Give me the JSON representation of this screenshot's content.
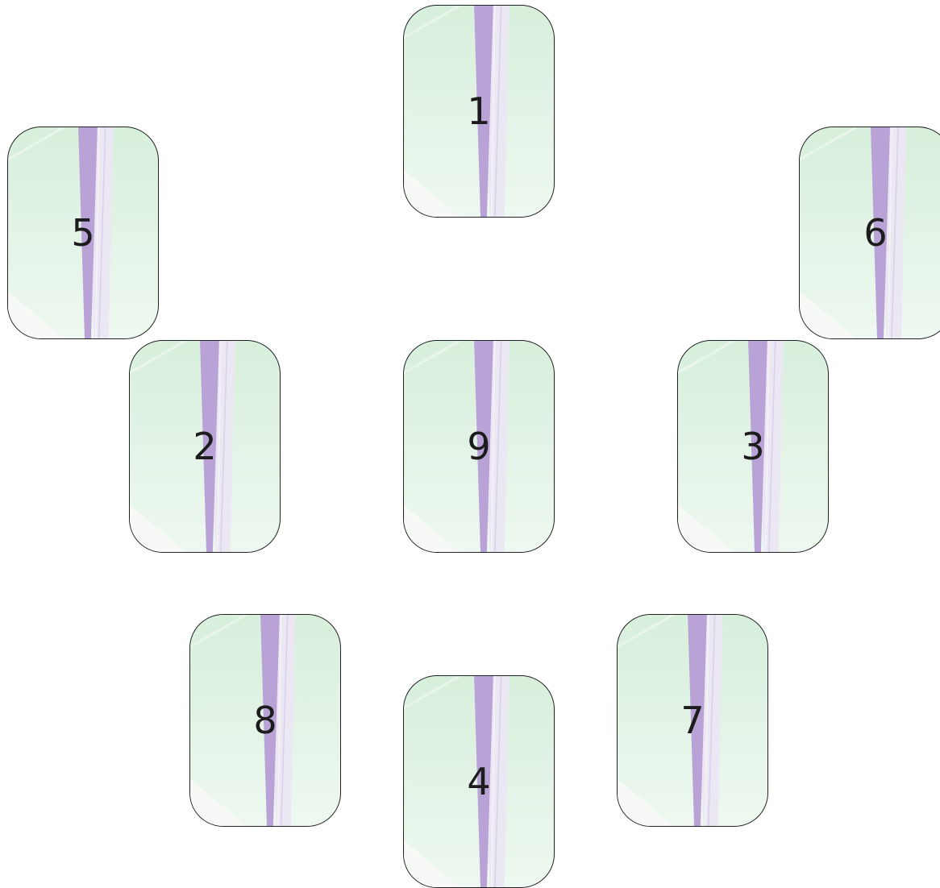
{
  "cards": [
    {
      "id": "card-1",
      "label": "1"
    },
    {
      "id": "card-2",
      "label": "2"
    },
    {
      "id": "card-3",
      "label": "3"
    },
    {
      "id": "card-4",
      "label": "4"
    },
    {
      "id": "card-5",
      "label": "5"
    },
    {
      "id": "card-6",
      "label": "6"
    },
    {
      "id": "card-7",
      "label": "7"
    },
    {
      "id": "card-8",
      "label": "8"
    },
    {
      "id": "card-9",
      "label": "9"
    }
  ],
  "colors": {
    "card_background": "#dff2e3",
    "stripe_purple": "#b9a3d6",
    "stripe_light": "#ece8f4",
    "card_border": "#222222",
    "label": "#1c1c1c"
  }
}
